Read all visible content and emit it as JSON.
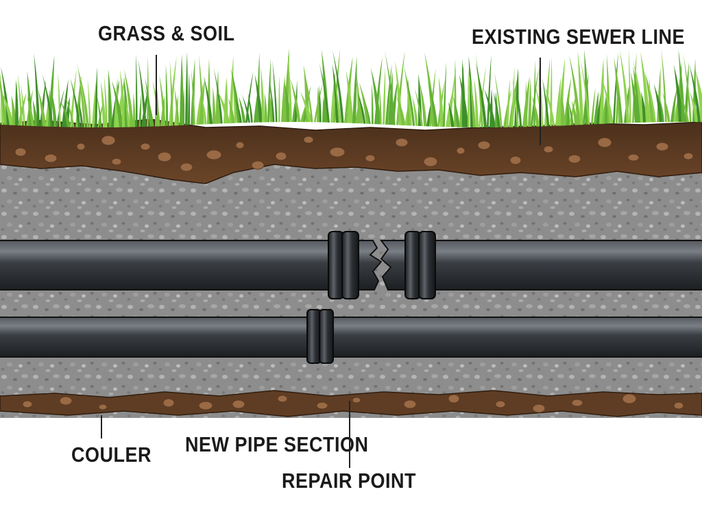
{
  "labels": {
    "grass_soil": "GRASS & SOIL",
    "existing_sewer_line": "EXISTING SEWER LINE",
    "couler": "COULER",
    "new_pipe_section": "NEW PIPE SECTION",
    "repair_point": "REPAIR POINT"
  },
  "colors": {
    "grass_light": "#7cc142",
    "grass_dark": "#3f8f2a",
    "topsoil": "#5a3a22",
    "pebble": "#9a6a45",
    "gravel": "#8e8e8e",
    "pipe": "#2e3236",
    "pipe_highlight": "#6d7278",
    "outline": "#111111"
  },
  "icons": [
    "grass",
    "soil-layer",
    "gravel-layer",
    "existing-sewer-pipe",
    "new-pipe-section",
    "pipe-coupling",
    "pipe-crack"
  ]
}
